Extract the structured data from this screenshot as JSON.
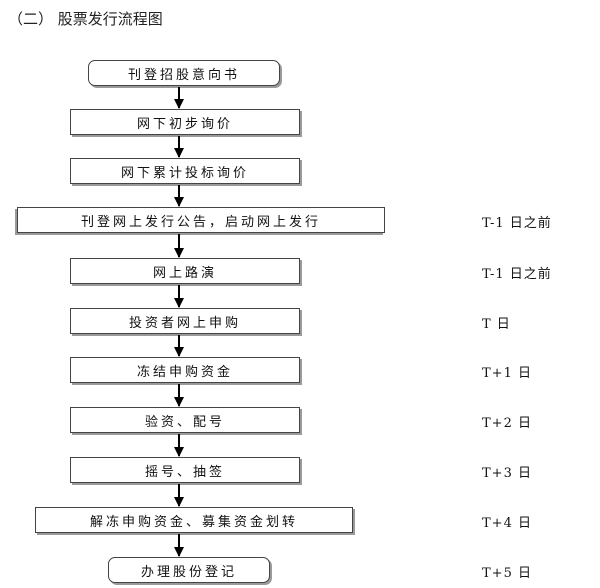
{
  "title": "（二） 股票发行流程图",
  "steps": [
    {
      "label": "刊登招股意向书",
      "timing": ""
    },
    {
      "label": "网下初步询价",
      "timing": ""
    },
    {
      "label": "网下累计投标询价",
      "timing": ""
    },
    {
      "label": "刊登网上发行公告，启动网上发行",
      "timing": "T-1 日之前"
    },
    {
      "label": "网上路演",
      "timing": "T-1 日之前"
    },
    {
      "label": "投资者网上申购",
      "timing": "T 日"
    },
    {
      "label": "冻结申购资金",
      "timing": "T+1 日"
    },
    {
      "label": "验资、配号",
      "timing": "T+2 日"
    },
    {
      "label": "摇号、抽签",
      "timing": "T+3 日"
    },
    {
      "label": "解冻申购资金、募集资金划转",
      "timing": "T+4 日"
    },
    {
      "label": "办理股份登记",
      "timing": "T+5 日"
    }
  ]
}
